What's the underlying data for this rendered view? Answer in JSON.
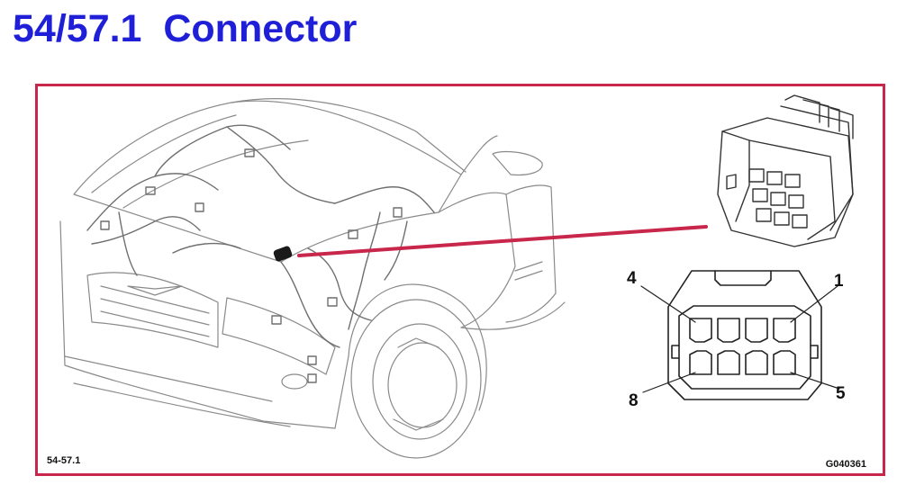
{
  "title": {
    "text": "54/57.1  Connector",
    "color": "#1f1fd8"
  },
  "frame": {
    "border_color": "#c8264a",
    "figure_code_left": "54-57.1",
    "figure_code_right": "G040361"
  },
  "connector_face": {
    "pin_labels": {
      "top_left": "4",
      "top_right": "1",
      "bottom_left": "8",
      "bottom_right": "5"
    }
  },
  "leader_line_color": "#c8264a"
}
